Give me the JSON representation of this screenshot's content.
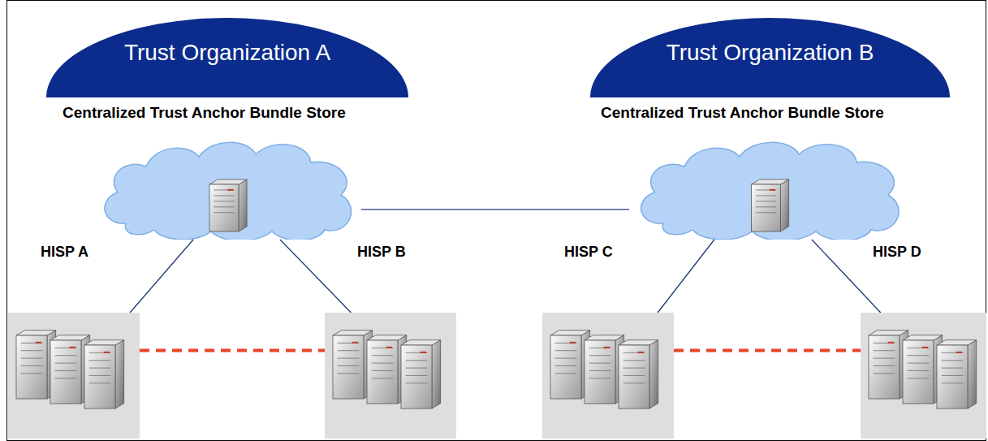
{
  "diagram": {
    "nodes": [
      {
        "text": [
          "Trust Organization A"
        ]
      },
      {
        "text": [
          "Centralized Trust Anchor Bundle Store"
        ]
      },
      {
        "text": [
          "Trust Organization B"
        ]
      },
      {
        "text": [
          "Centralized Trust Anchor Bundle Store"
        ]
      },
      {
        "text": [
          "HISP A"
        ]
      },
      {
        "text": [
          "HISP B"
        ]
      },
      {
        "text": [
          "HISP C"
        ]
      },
      {
        "text": [
          "HISP D"
        ]
      }
    ],
    "edges": [
      {
        "from": 1,
        "to": 3,
        "arrow": "none"
      },
      {
        "from": 1,
        "to": 4,
        "arrow": "none"
      },
      {
        "from": 1,
        "to": 5,
        "arrow": "none"
      },
      {
        "from": 3,
        "to": 6,
        "arrow": "none"
      },
      {
        "from": 3,
        "to": 7,
        "arrow": "none"
      },
      {
        "from": 4,
        "to": 5,
        "arrow": "none"
      },
      {
        "from": 6,
        "to": 7,
        "arrow": "none"
      }
    ]
  }
}
